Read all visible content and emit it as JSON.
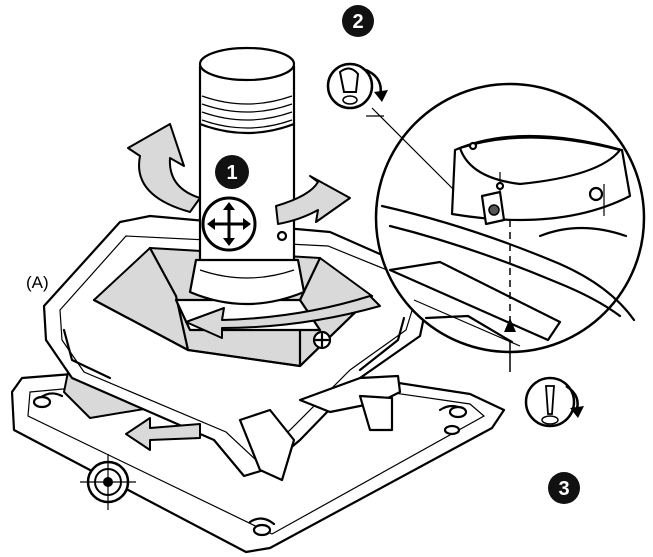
{
  "callouts": {
    "step1": "1",
    "step2": "2",
    "step3": "3",
    "part_a": "(A)"
  },
  "icons": {
    "move": "four-way-move-arrows-icon",
    "screwdriver_top": "screwdriver-rotate-icon",
    "screwdriver_bottom": "screwdriver-rotate-icon",
    "anchor": "crosshair-target-icon"
  },
  "colors": {
    "line": "#000000",
    "fill": "#ffffff",
    "shade": "#d9d9d9",
    "badge": "#111111"
  }
}
